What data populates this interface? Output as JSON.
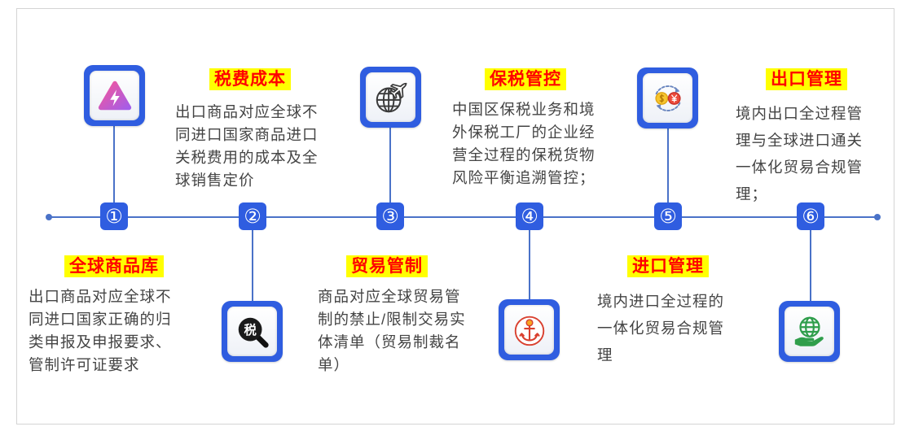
{
  "colors": {
    "axis_line": "#4A72C8",
    "marker": "#2F5DE0",
    "icon_tile": "#2F5DE0",
    "title_text": "#FF0000",
    "title_highlight": "#FFFF00",
    "body_text": "#444444"
  },
  "steps": [
    {
      "number": "①",
      "title": "全球商品库",
      "icon": "lightning-triangle-icon",
      "lines": [
        "出口商品对应全球不",
        "同进口国家正确的归",
        "类申报及申报要求、",
        "管制许可证要求"
      ]
    },
    {
      "number": "②",
      "title": "税费成本",
      "icon": "tax-magnifier-icon",
      "icon_text": "税",
      "lines": [
        "出口商品对应全球不",
        "同进口国家商品进口",
        "关税费用的成本及全",
        "球销售定价"
      ]
    },
    {
      "number": "③",
      "title": "贸易管制",
      "icon": "globe-airplane-icon",
      "lines": [
        "商品对应全球贸易管",
        "制的禁止/限制交易实",
        "体清单（贸易制裁名",
        "单）"
      ]
    },
    {
      "number": "④",
      "title": "保税管控",
      "icon": "anchor-seal-icon",
      "lines": [
        "中国区保税业务和境",
        "外保税工厂的企业经",
        "营全过程的保税货物",
        "风险平衡追溯管控；"
      ]
    },
    {
      "number": "⑤",
      "title": "进口管理",
      "icon": "currency-exchange-icon",
      "lines": [
        "境内进口全过程的",
        "一体化贸易合规管",
        "理"
      ]
    },
    {
      "number": "⑥",
      "title": "出口管理",
      "icon": "globe-hand-icon",
      "lines": [
        "境内出口全过程管",
        "理与全球进口通关",
        "一体化贸易合规管",
        "理；"
      ]
    }
  ]
}
